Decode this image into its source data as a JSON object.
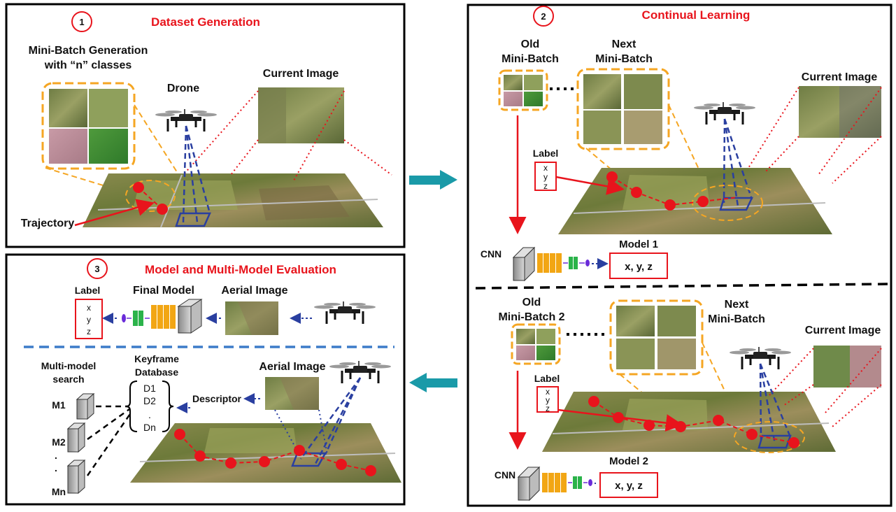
{
  "panel1": {
    "number": "1",
    "title": "Dataset Generation",
    "minibatch_label_line1": "Mini-Batch Generation",
    "minibatch_label_line2": "with “n” classes",
    "drone_label": "Drone",
    "current_image_label": "Current Image",
    "trajectory_label": "Trajectory"
  },
  "panel2": {
    "number": "2",
    "title": "Continual Learning",
    "top": {
      "old_line1": "Old",
      "old_line2": "Mini-Batch",
      "next_line1": "Next",
      "next_line2": "Mini-Batch",
      "current_image_label": "Current Image",
      "label_title": "Label",
      "label_x": "x",
      "label_y": "y",
      "label_z": "z",
      "cnn_label": "CNN",
      "model_label": "Model 1",
      "output": "x, y, z"
    },
    "bottom": {
      "old_line1": "Old",
      "old_line2": "Mini-Batch 2",
      "next_line1": "Next",
      "next_line2": "Mini-Batch",
      "current_image_label": "Current Image",
      "label_title": "Label",
      "label_x": "x",
      "label_y": "y",
      "label_z": "z",
      "cnn_label": "CNN",
      "model_label": "Model 2",
      "output": "x, y, z"
    }
  },
  "panel3": {
    "number": "3",
    "title": "Model and Multi-Model Evaluation",
    "label_title": "Label",
    "label_x": "x",
    "label_y": "y",
    "label_z": "z",
    "final_model_label": "Final Model",
    "aerial_image_label_top": "Aerial Image",
    "multimodel_line1": "Multi-model",
    "multimodel_line2": "search",
    "keyframe_line1": "Keyframe",
    "keyframe_line2": "Database",
    "db_entries": [
      "D1",
      "D2",
      ".",
      "Dn"
    ],
    "descriptor_label": "Descriptor",
    "aerial_image_label_bottom": "Aerial Image",
    "models": [
      "M1",
      "M2",
      ".",
      ".",
      "Mn"
    ]
  },
  "colors": {
    "title_red": "#e8141c",
    "orange_dashed": "#f5a623",
    "arrow_teal": "#1a9aa8",
    "trajectory_red": "#e8141c",
    "frustum_blue": "#2a3fa0",
    "separator_blue": "#3d7bc9",
    "layer_orange": "#f2a614",
    "layer_green": "#2bb34a",
    "layer_purple": "#6a2bd9"
  }
}
